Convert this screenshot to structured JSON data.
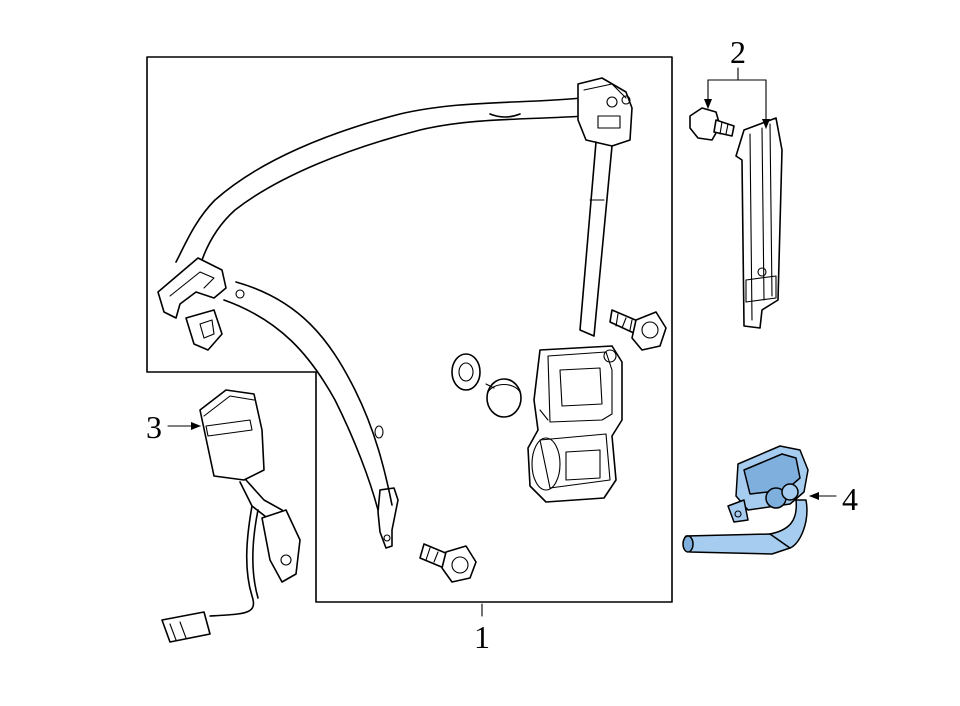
{
  "callouts": [
    {
      "id": "1",
      "label": "1"
    },
    {
      "id": "2",
      "label": "2"
    },
    {
      "id": "3",
      "label": "3"
    },
    {
      "id": "4",
      "label": "4"
    }
  ],
  "colors": {
    "line": "#000000",
    "background": "#ffffff",
    "highlight": "#a6ccef",
    "highlight_dark": "#7fb0dd"
  },
  "highlighted_part": "4"
}
